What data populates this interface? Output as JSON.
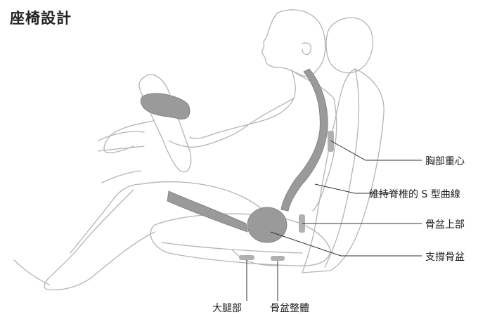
{
  "title": "座椅設計",
  "labels": {
    "chest": "胸部重心",
    "spine": "維持脊椎的 S 型曲線",
    "pelvis_upper": "骨盆上部",
    "support_pelvis": "支撐骨盆",
    "thigh": "大腿部",
    "pelvis_whole": "骨盆整體"
  }
}
